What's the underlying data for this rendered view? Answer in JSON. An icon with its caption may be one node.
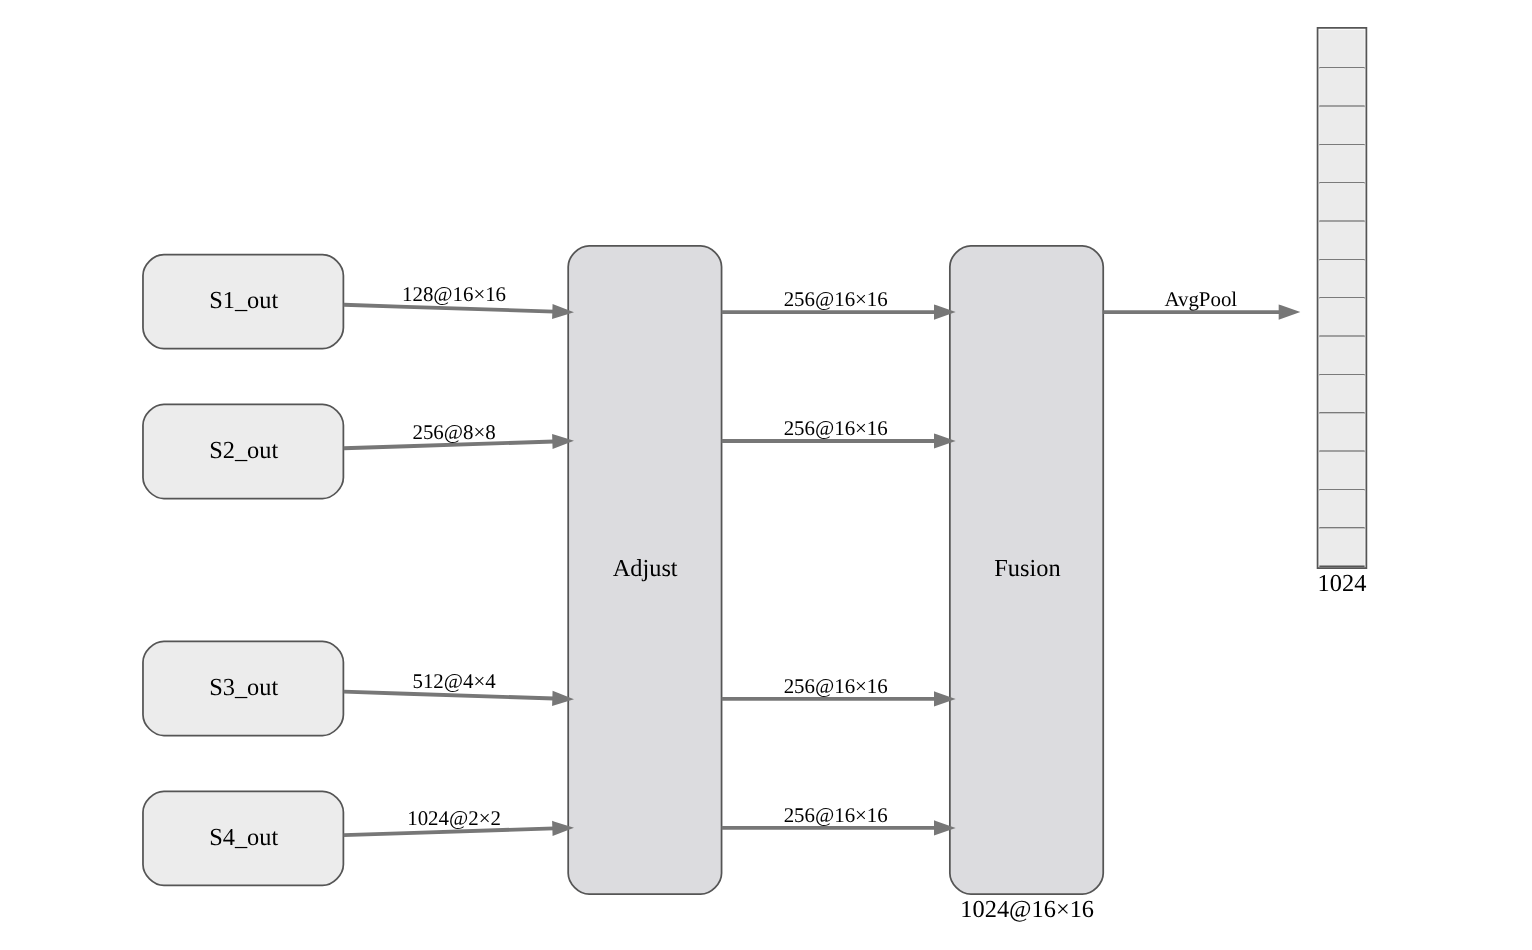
{
  "diagram": {
    "nodes": [
      {
        "text": [
          "S1_out"
        ]
      },
      {
        "text": [
          "S2_out"
        ]
      },
      {
        "text": [
          "S3_out"
        ]
      },
      {
        "text": [
          "S4_out"
        ]
      },
      {
        "text": [
          "Adjust"
        ]
      },
      {
        "text": [
          "Fusion"
        ],
        "beside": [
          "1024@16×16"
        ]
      },
      {
        "text": [],
        "shape": "bar",
        "beside": [
          "1024"
        ]
      }
    ],
    "edges": [
      {
        "from": 0,
        "to": 4,
        "arrow": "to",
        "label": "128@16×16"
      },
      {
        "from": 1,
        "to": 4,
        "arrow": "to",
        "label": "256@8×8"
      },
      {
        "from": 2,
        "to": 4,
        "arrow": "to",
        "label": "512@4×4"
      },
      {
        "from": 3,
        "to": 4,
        "arrow": "to",
        "label": "1024@2×2"
      },
      {
        "from": 4,
        "to": 5,
        "arrow": "to",
        "label": "256@16×16"
      },
      {
        "from": 4,
        "to": 5,
        "arrow": "to",
        "label": "256@16×16"
      },
      {
        "from": 4,
        "to": 5,
        "arrow": "to",
        "label": "256@16×16"
      },
      {
        "from": 4,
        "to": 5,
        "arrow": "to",
        "label": "256@16×16"
      },
      {
        "from": 5,
        "to": 6,
        "arrow": "to",
        "label": "AvgPool"
      }
    ]
  }
}
